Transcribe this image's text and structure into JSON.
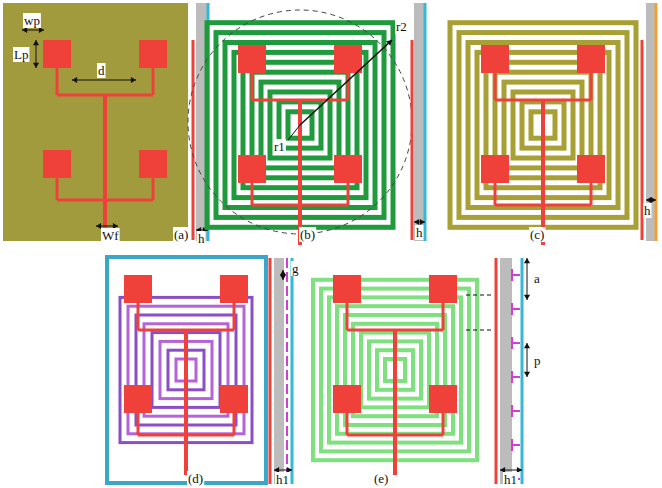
{
  "diagram": {
    "labels": [
      "wp",
      "Lp",
      "d",
      "Wf",
      "(a)",
      "h",
      "r2",
      "r1",
      "h",
      "(b)",
      "h",
      "(c)",
      "g",
      "h1",
      "(d)",
      "a",
      "p",
      "h1",
      "(e)"
    ]
  }
}
